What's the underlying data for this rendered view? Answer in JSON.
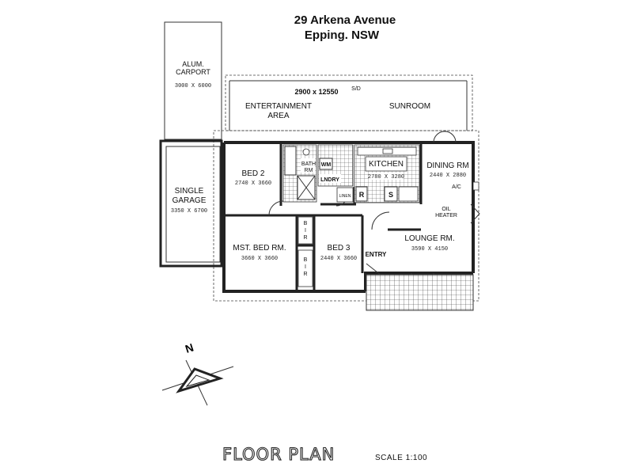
{
  "address": {
    "street": "29 Arkena Avenue",
    "suburb": "Epping. NSW"
  },
  "rooms": {
    "carport_label": "ALUM.",
    "carport_label2": "CARPORT",
    "carport_dim": "3000 X 6000",
    "outdoor_dim": "2900 x 12550",
    "sd": "S/D",
    "entertain_1": "ENTERTAINMENT",
    "entertain_2": "AREA",
    "sunroom": "SUNROOM",
    "garage_1": "SINGLE",
    "garage_2": "GARAGE",
    "garage_dim": "3350 X 6700",
    "bed2": "BED 2",
    "bed2_dim": "2740 X 3660",
    "bath": "BATH",
    "bath_rm": "RM",
    "wm": "WM",
    "lndry": "LNDRY",
    "kitchen": "KITCHEN",
    "kitchen_dim": "2780 X 3280",
    "linen": "LINEN",
    "r": "R",
    "s": "S",
    "dining": "DINING RM",
    "dining_dim": "2440 X 2880",
    "ac": "A/C",
    "oil": "OIL",
    "heater": "HEATER",
    "bir1_a": "B",
    "bir1_b": "I",
    "bir1_c": "R",
    "bir2_a": "B",
    "bir2_b": "I",
    "bir2_c": "R",
    "mst": "MST. BED RM.",
    "mst_dim": "3660 X 3660",
    "bed3": "BED 3",
    "bed3_dim": "2440 X 3660",
    "entry": "ENTRY",
    "lounge": "LOUNGE RM.",
    "lounge_dim": "3590 X 4150"
  },
  "north": "N",
  "footer": {
    "title": "FLOOR PLAN",
    "scale": "SCALE 1:100"
  }
}
